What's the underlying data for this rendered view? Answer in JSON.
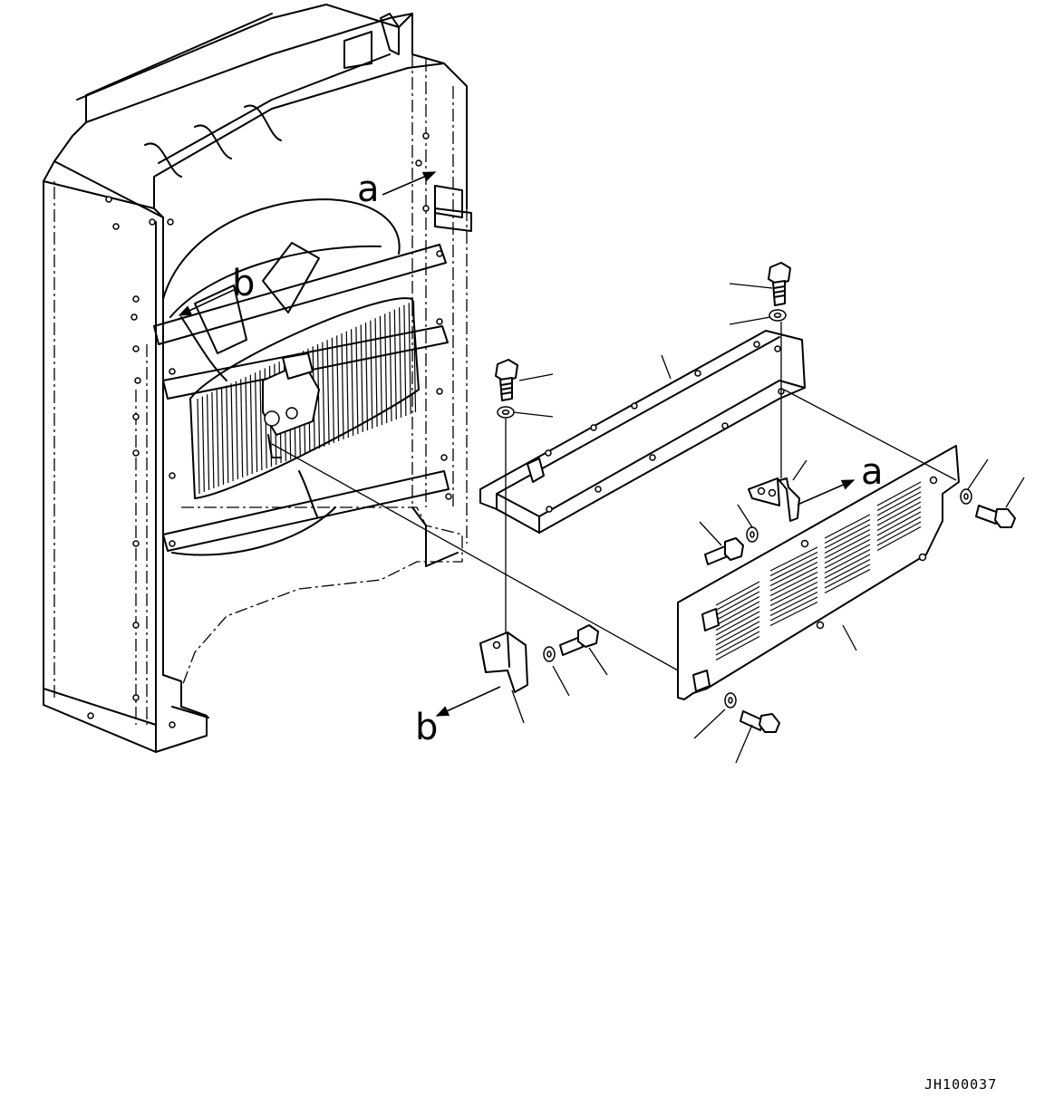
{
  "view_labels": {
    "a": "a",
    "b": "b"
  },
  "drawing_code": "JH100037"
}
